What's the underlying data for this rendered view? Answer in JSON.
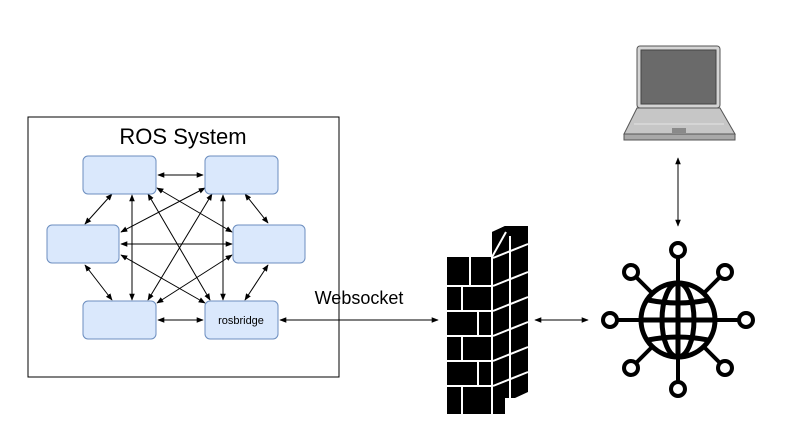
{
  "ros_system": {
    "title": "ROS System",
    "nodes": [
      "",
      "",
      "",
      "",
      "",
      "rosbridge"
    ]
  },
  "connection": {
    "websocket_label": "Websocket"
  },
  "colors": {
    "node_fill": "#dae8fc",
    "node_stroke": "#6c8ebf",
    "line": "#000000",
    "laptop_body": "#c8c8c8",
    "laptop_screen": "#6e6e6e"
  },
  "icons": {
    "firewall": "brick-wall-icon",
    "internet": "globe-network-icon",
    "client": "laptop-icon"
  }
}
